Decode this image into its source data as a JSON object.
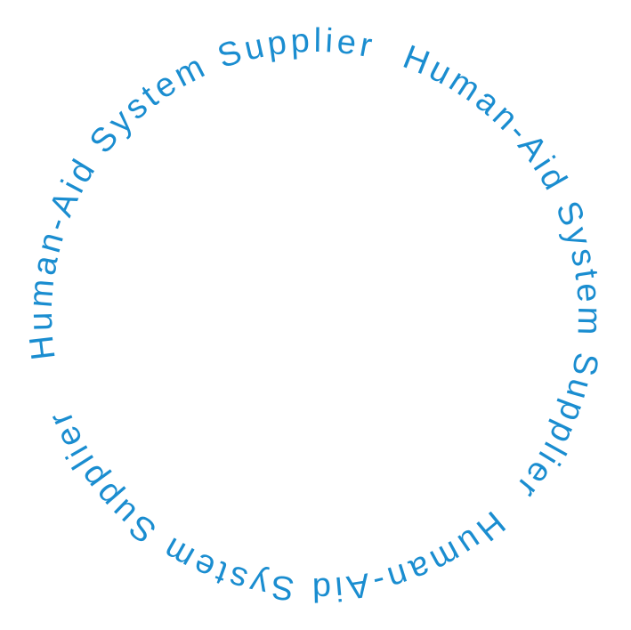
{
  "circular_text": {
    "segments": [
      "Human-Aid System Supplier",
      "Human-Aid System Supplier",
      "Human-Aid System Supplier"
    ],
    "color": "#1a8dd0"
  }
}
